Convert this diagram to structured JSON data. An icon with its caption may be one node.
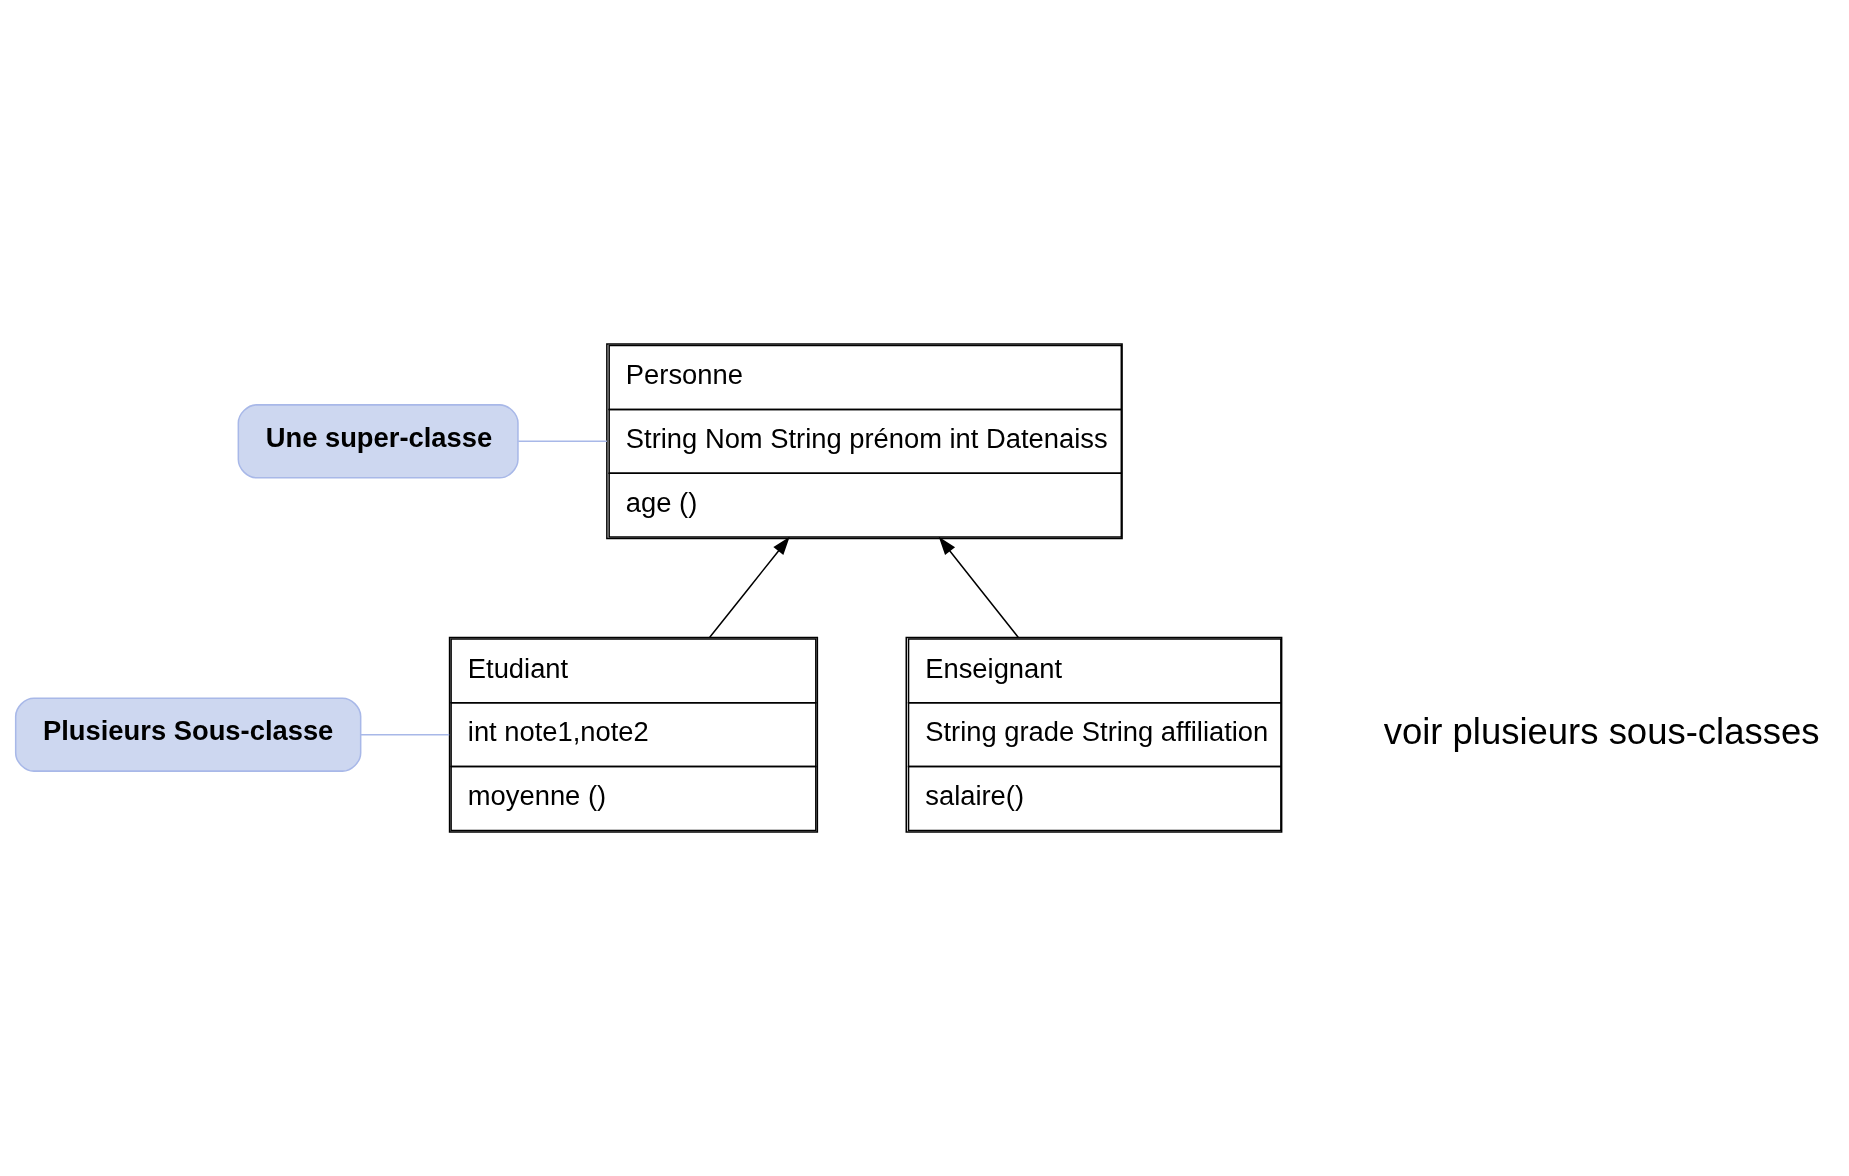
{
  "diagram": {
    "nodes": [
      {
        "text": [
          "Personne",
          "String Nom String prénom int Datenaiss",
          "age ()"
        ]
      },
      {
        "text": [
          "Etudiant",
          "int note1,note2",
          "moyenne ()"
        ]
      },
      {
        "text": [
          "Enseignant",
          "String grade String affiliation",
          "salaire()"
        ]
      },
      {
        "text": [
          "Une super-classe"
        ]
      },
      {
        "text": [
          "Plusieurs Sous-classe"
        ]
      }
    ],
    "edges": [
      {
        "from": 1,
        "to": 0,
        "arrow": "to"
      },
      {
        "from": 2,
        "to": 0,
        "arrow": "to"
      },
      {
        "from": 3,
        "to": 0,
        "arrow": "none",
        "color": "#a8b8e8"
      },
      {
        "from": 4,
        "to": 1,
        "arrow": "none",
        "color": "#a8b8e8"
      }
    ],
    "labels": [
      "voir plusieurs sous-classes"
    ]
  }
}
